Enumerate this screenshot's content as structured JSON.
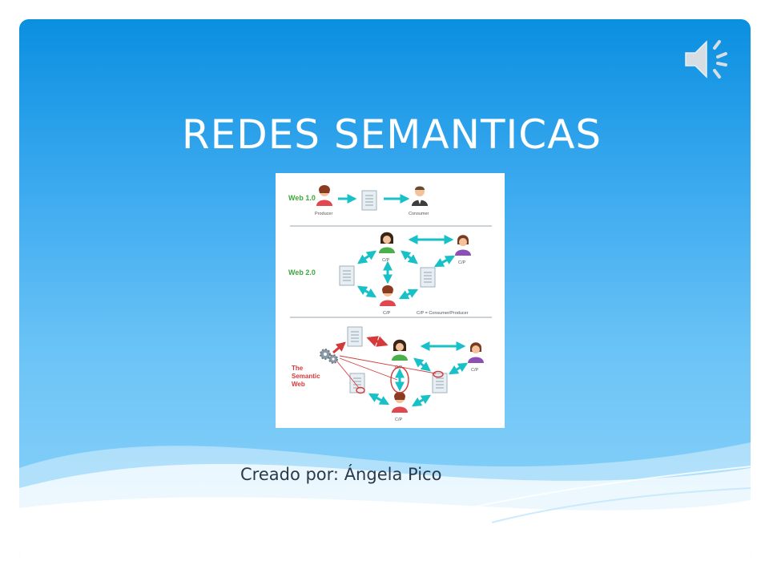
{
  "slide": {
    "title": "REDES SEMANTICAS",
    "author_prefix": "Creado por",
    "author_name": "Ángela Pico",
    "colors": {
      "background_top": "#0a8fe0",
      "background_bottom": "#8ed3f9",
      "title": "#ffffff"
    }
  },
  "audio": {
    "icon": "speaker-icon"
  },
  "diagram": {
    "web10_label": "Web 1.0",
    "web20_label": "Web 2.0",
    "semantic_line1": "The",
    "semantic_line2": "Semantic",
    "semantic_line3": "Web",
    "producer_label": "Producer",
    "consumer_label": "Consumer",
    "cp_label": "C/P",
    "legend": "C/P = Consumer/Producer",
    "colors": {
      "arrow": "#18c0c8",
      "semantic_arrow": "#d43a3a",
      "label": "#3ea63e",
      "semantic_label": "#d43a3a"
    }
  }
}
